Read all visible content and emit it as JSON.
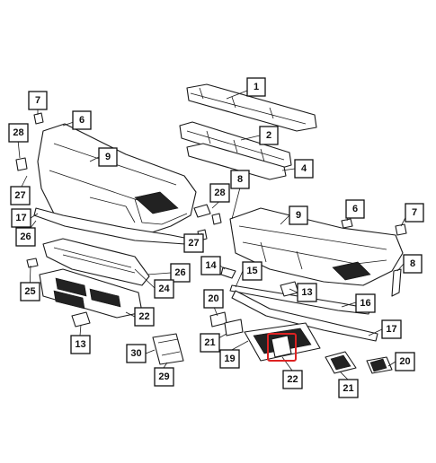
{
  "colors": {
    "line": "#1a1a1a",
    "highlight": "#dd2222",
    "background": "#ffffff"
  },
  "callouts": [
    {
      "id": "c1",
      "label": "1"
    },
    {
      "id": "c2",
      "label": "2"
    },
    {
      "id": "c4",
      "label": "4"
    },
    {
      "id": "c6a",
      "label": "6"
    },
    {
      "id": "c7a",
      "label": "7"
    },
    {
      "id": "c28a",
      "label": "28"
    },
    {
      "id": "c9a",
      "label": "9"
    },
    {
      "id": "c27a",
      "label": "27"
    },
    {
      "id": "c17a",
      "label": "17"
    },
    {
      "id": "c26a",
      "label": "26"
    },
    {
      "id": "c8a",
      "label": "8"
    },
    {
      "id": "c28b",
      "label": "28"
    },
    {
      "id": "c9b",
      "label": "9"
    },
    {
      "id": "c6b",
      "label": "6"
    },
    {
      "id": "c7b",
      "label": "7"
    },
    {
      "id": "c27b",
      "label": "27"
    },
    {
      "id": "c14",
      "label": "14"
    },
    {
      "id": "c15",
      "label": "15"
    },
    {
      "id": "c8b",
      "label": "8"
    },
    {
      "id": "c26b",
      "label": "26"
    },
    {
      "id": "c24",
      "label": "24"
    },
    {
      "id": "c25",
      "label": "25"
    },
    {
      "id": "c13a",
      "label": "13"
    },
    {
      "id": "c16",
      "label": "16"
    },
    {
      "id": "c20a",
      "label": "20"
    },
    {
      "id": "c22a",
      "label": "22"
    },
    {
      "id": "c17b",
      "label": "17"
    },
    {
      "id": "c13b",
      "label": "13"
    },
    {
      "id": "c21a",
      "label": "21"
    },
    {
      "id": "c30",
      "label": "30"
    },
    {
      "id": "c19",
      "label": "19"
    },
    {
      "id": "c22b",
      "label": "22"
    },
    {
      "id": "c20b",
      "label": "20"
    },
    {
      "id": "c29",
      "label": "29"
    },
    {
      "id": "c21b",
      "label": "21"
    }
  ]
}
